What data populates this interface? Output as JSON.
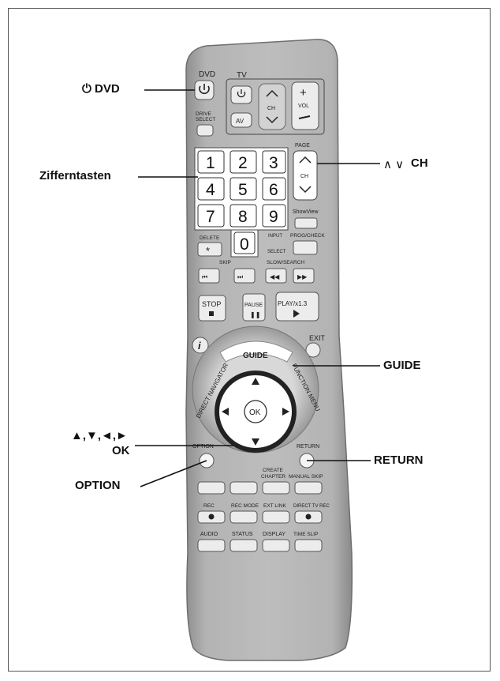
{
  "callouts": {
    "dvd_power": "⏻ DVD",
    "number_keys": "Zifferntasten",
    "ch_prefix": "∧ ∨",
    "ch": "CH",
    "guide": "GUIDE",
    "arrows": "▲,▼,◄,►",
    "ok": "OK",
    "option": "OPTION",
    "return": "RETURN"
  },
  "remote": {
    "dvd_label": "DVD",
    "tv_label": "TV",
    "drive_select": [
      "DRIVE",
      "SELECT"
    ],
    "av": "AV",
    "ch": "CH",
    "vol": "VOL",
    "page": "PAGE",
    "digits": [
      "1",
      "2",
      "3",
      "4",
      "5",
      "6",
      "7",
      "8",
      "9",
      "0"
    ],
    "showview": "ShowView",
    "delete": "DELETE",
    "input_select": [
      "INPUT",
      "SELECT"
    ],
    "prog_check": "PROG/CHECK",
    "skip": "SKIP",
    "slow_search": "SLOW/SEARCH",
    "stop": "STOP",
    "pause": "PAUSE",
    "play": "PLAY/x1.3",
    "exit": "EXIT",
    "info": "i",
    "guide": "GUIDE",
    "direct_navigator": "DIRECT NAVIGATOR",
    "function_menu": "FUNCTION MENU",
    "ok": "OK",
    "option": "OPTION",
    "return": "RETURN",
    "create_chapter": [
      "CREATE",
      "CHAPTER"
    ],
    "manual_skip": "MANUAL SKIP",
    "rec": "REC",
    "rec_mode": "REC MODE",
    "ext_link": "EXT LINK",
    "direct_tv_rec": "DIRECT TV REC",
    "audio": "AUDIO",
    "status": "STATUS",
    "display": "DISPLAY",
    "time_slip": "TIME SLIP"
  },
  "colors": {
    "remote_body": "#a9a9a9",
    "button_face": "#ececec",
    "callout_line": "#111111"
  }
}
